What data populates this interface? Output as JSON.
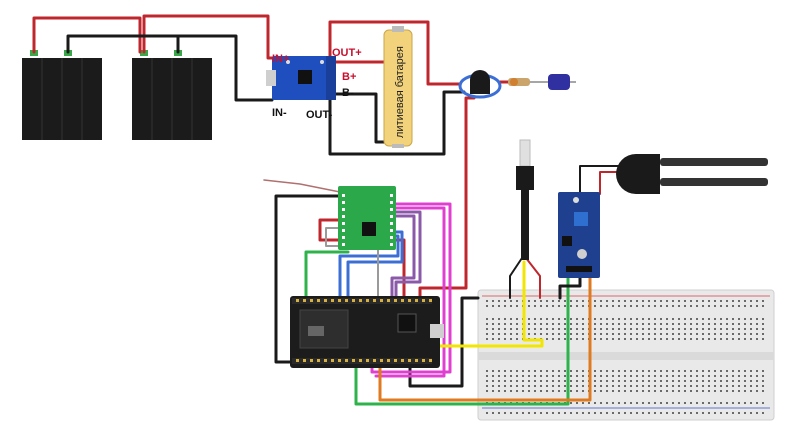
{
  "labels": {
    "in_plus": "IN+",
    "in_minus": "IN-",
    "out_plus": "OUT+",
    "out_minus": "OUT-",
    "b_plus": "B+",
    "b_minus": "B-",
    "battery": "литиевая батарея"
  },
  "colors": {
    "wire_red": "#c0272d",
    "wire_black": "#1a1a1a",
    "wire_green": "#2db34a",
    "wire_blue": "#3b6fd6",
    "wire_pink": "#e040d0",
    "wire_purple": "#8a5aa8",
    "wire_yellow": "#f2e600",
    "wire_orange": "#e07a1f",
    "wire_gray": "#9a9a9a",
    "charger_board": "#1f4fbf",
    "sensor_board": "#1f3f8f",
    "esp_board": "#1c1c1c",
    "gps_board": "#2aa84a",
    "solar_panel": "#1b1b1b",
    "battery_body": "#f2d27a"
  }
}
